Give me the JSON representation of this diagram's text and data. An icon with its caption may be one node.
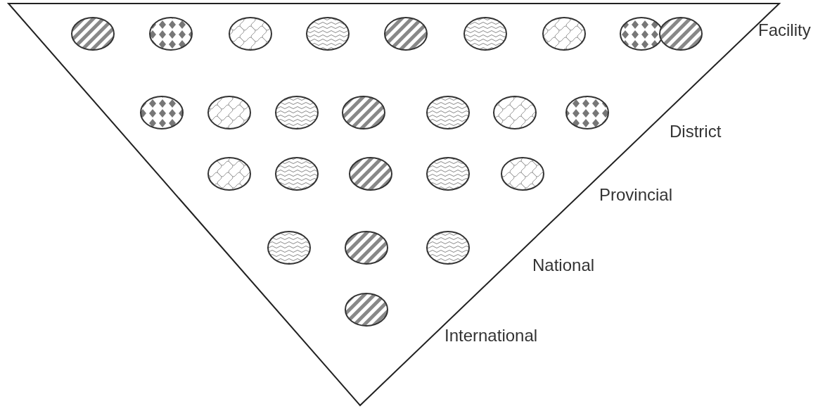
{
  "diagram": {
    "labels": [
      "Facility",
      "District",
      "Provincial",
      "National",
      "International"
    ]
  }
}
